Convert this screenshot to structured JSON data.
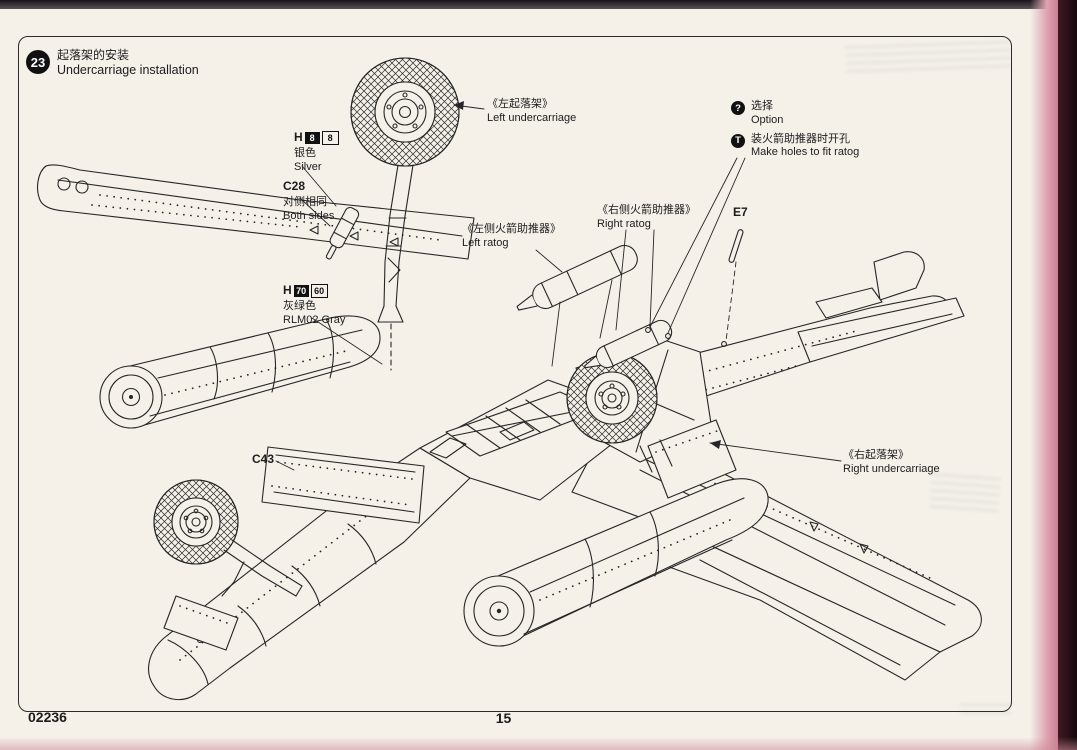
{
  "header": {
    "step": "23",
    "title_zh": "起落架的安装",
    "title_en": "Undercarriage installation"
  },
  "legend": {
    "option": {
      "symbol": "?",
      "zh": "选择",
      "en": "Option"
    },
    "holes": {
      "symbol": "T",
      "zh": "装火箭助推器时开孔",
      "en": "Make holes to fit ratog"
    }
  },
  "callouts": {
    "left_undercarriage": {
      "zh": "《左起落架》",
      "en": "Left undercarriage"
    },
    "silver": {
      "code": "H",
      "box1": "8",
      "box2": "8",
      "zh": "银色",
      "en": "Silver"
    },
    "c28": {
      "code": "C28",
      "zh": "对侧相同",
      "en": "Both sides"
    },
    "gray": {
      "code": "H",
      "box1": "70",
      "box2": "60",
      "zh": "灰绿色",
      "en": "RLM02 Gray"
    },
    "left_ratog": {
      "zh": "《左侧火箭助推器》",
      "en": "Left ratog"
    },
    "right_ratog": {
      "zh": "《右侧火箭助推器》",
      "en": "Right ratog"
    },
    "e7": {
      "code": "E7"
    },
    "c43": {
      "code": "C43"
    },
    "right_undercarriage": {
      "zh": "《右起落架》",
      "en": "Right undercarriage"
    }
  },
  "footer": {
    "kit_number": "02236",
    "page_number": "15"
  },
  "colors": {
    "paper": "#f5f1e9",
    "ink": "#262626",
    "scan_pink": "#dfa3b0",
    "scan_dark": "#140a0e"
  }
}
